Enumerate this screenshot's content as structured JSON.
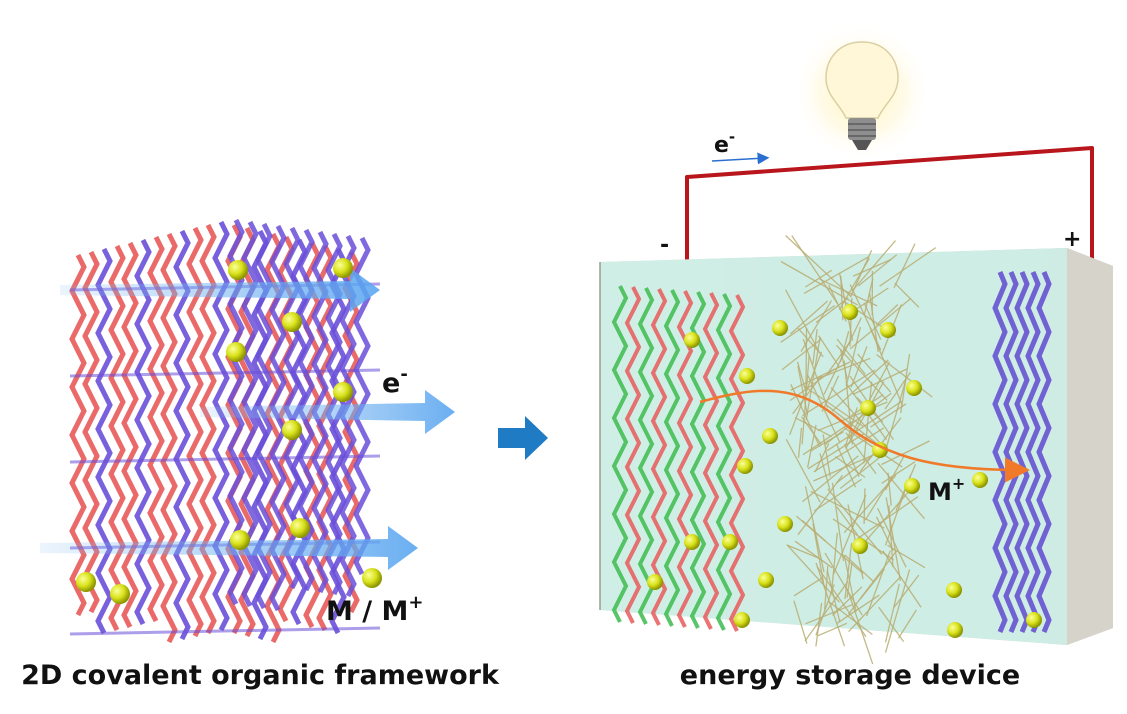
{
  "left_panel": {
    "electron_label": "e",
    "electron_sup": "-",
    "ion_label": "M / M",
    "ion_sup": "+",
    "caption": "2D covalent organic framework"
  },
  "right_panel": {
    "electron_label": "e",
    "electron_sup": "-",
    "minus_terminal": "-",
    "plus_terminal": "+",
    "ion_label": "M",
    "ion_sup": "+",
    "caption": "energy storage device"
  },
  "colors": {
    "framework_red": "#e85a5a",
    "framework_purple": "#6a4fd8",
    "anode_green": "#3dbb4e",
    "cathode_blue": "#5a3fd0",
    "electrolyte": "#cdeee6",
    "circuit_wire": "#b8161c",
    "ion_yellow": "#d9e21a",
    "separator_fiber": "#b9ad72",
    "process_arrow": "#1f7bc4",
    "ion_path_arrow": "#f07a2a"
  },
  "icons": [
    "lightbulb-icon",
    "process-arrow-icon"
  ]
}
